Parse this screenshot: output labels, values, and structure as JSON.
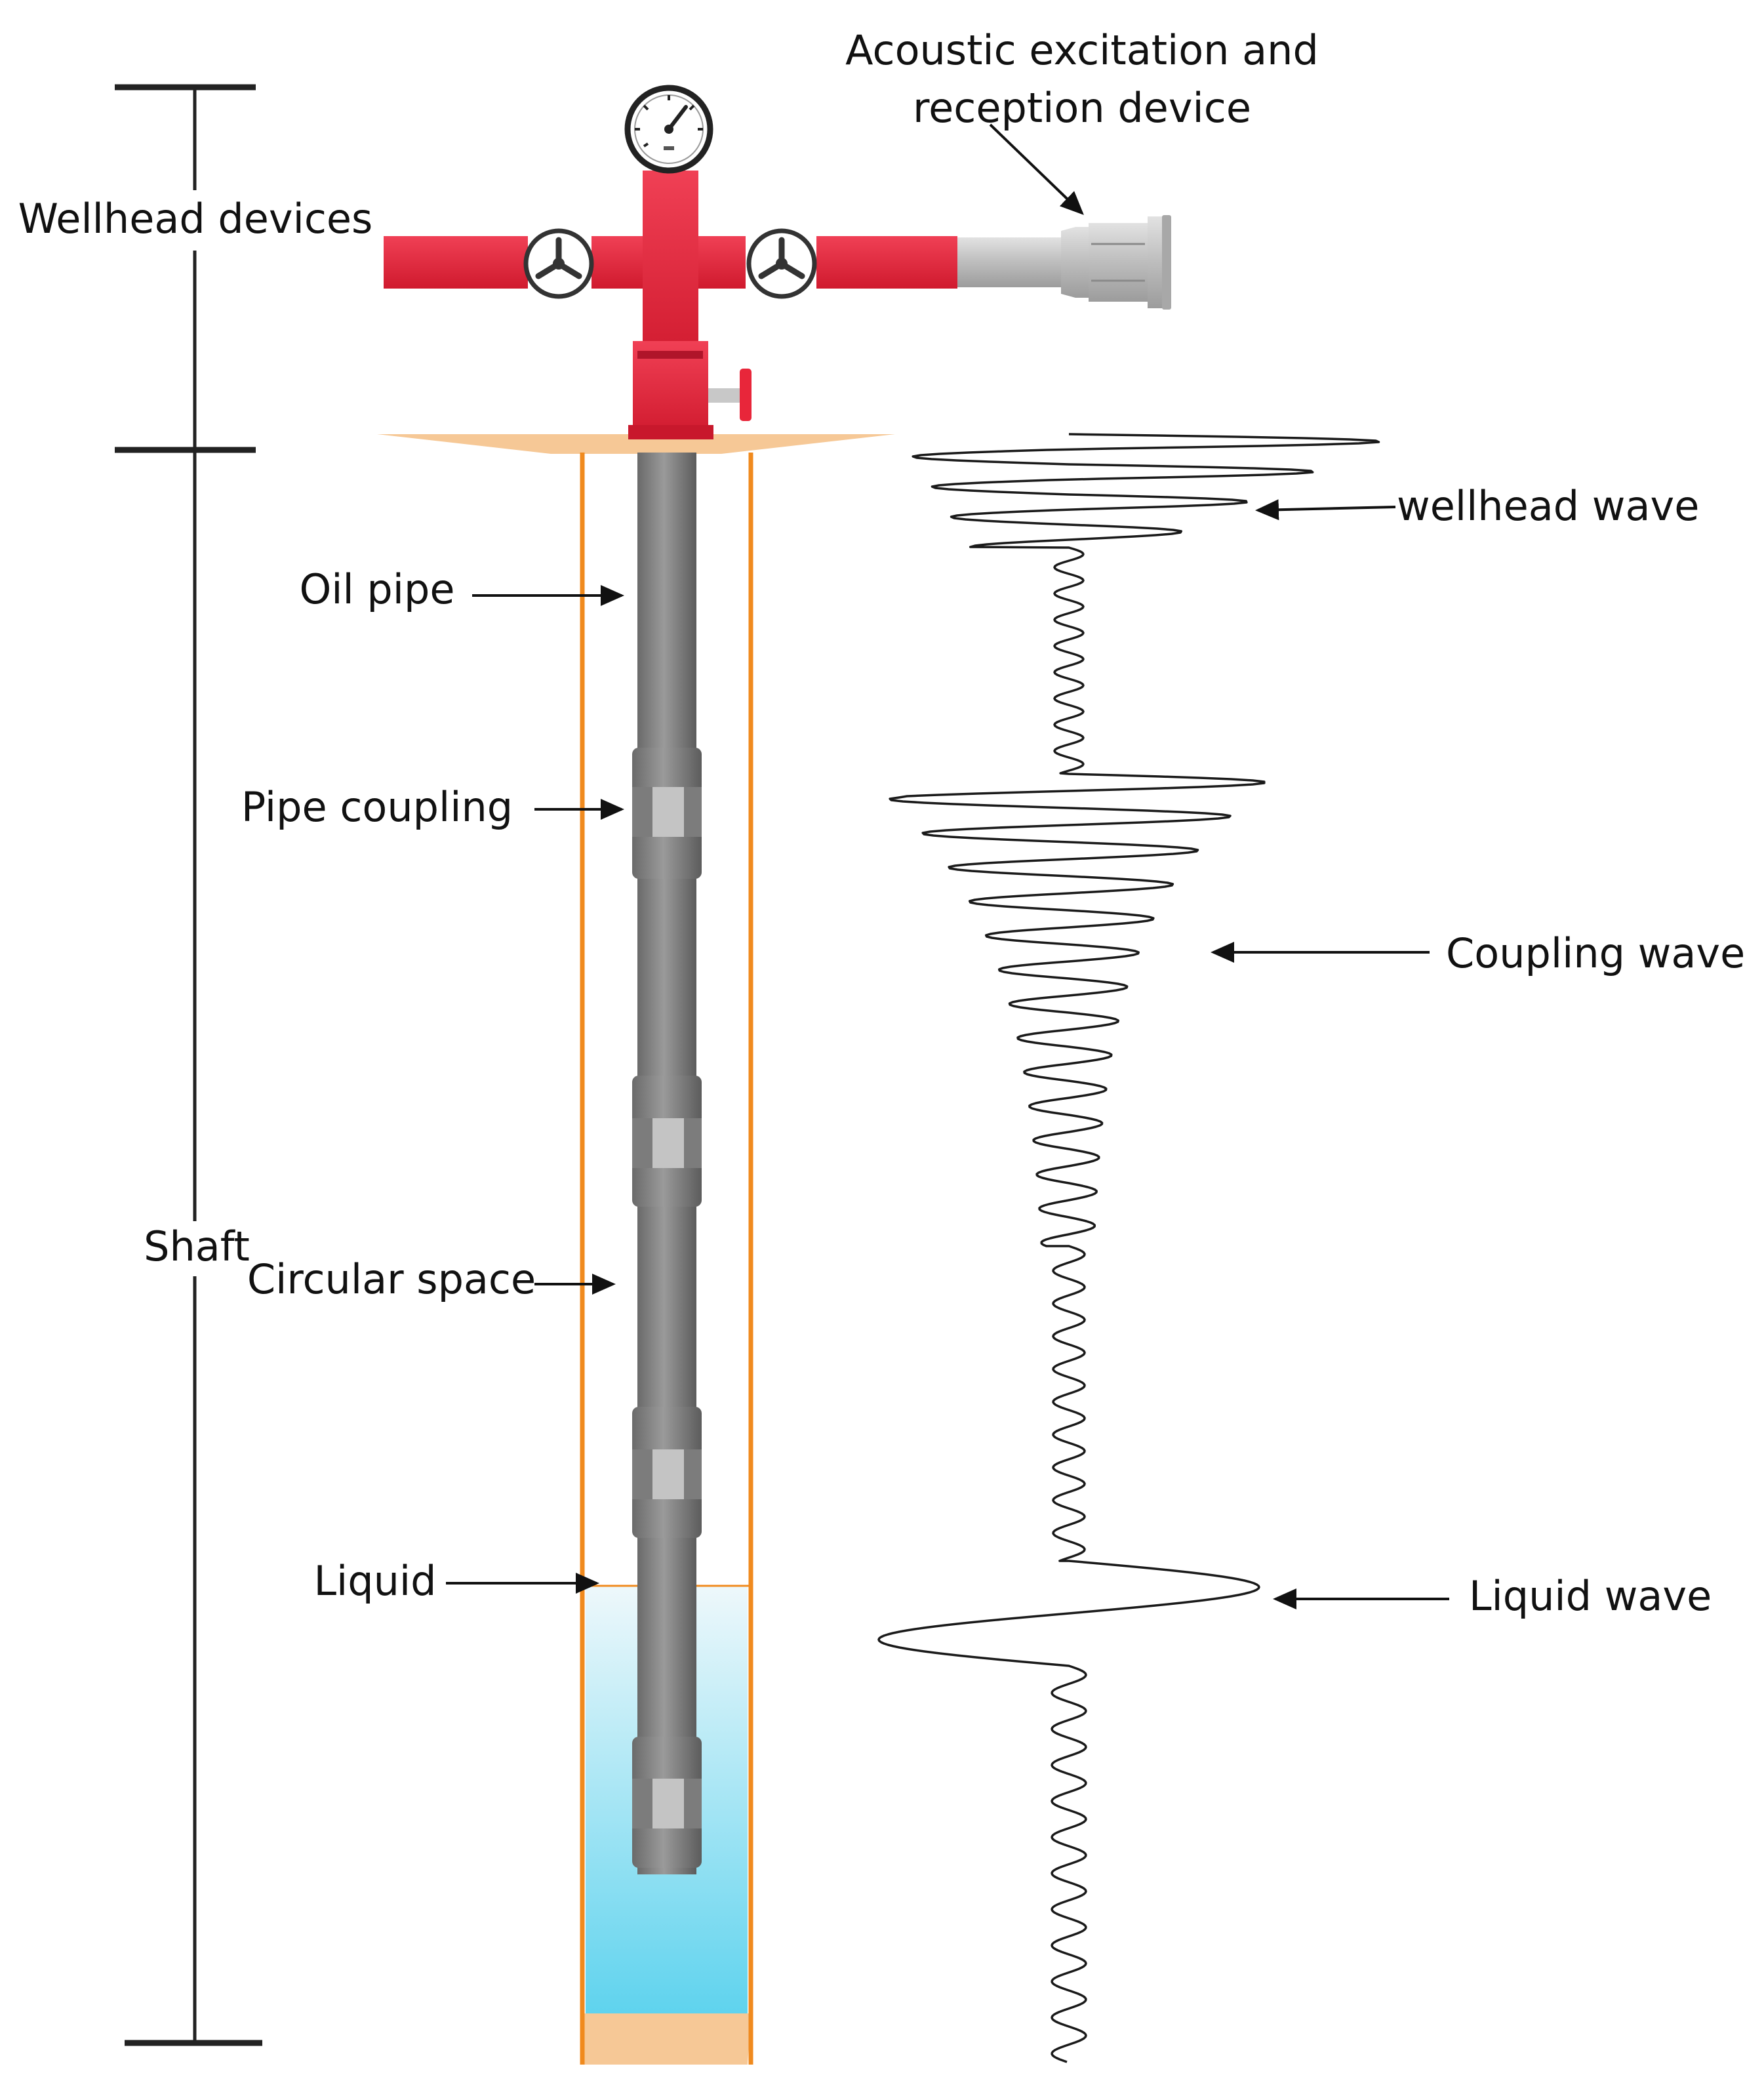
{
  "labels": {
    "wellhead_devices": "Wellhead devices",
    "shaft": "Shaft",
    "acoustic_line1": "Acoustic excitation and",
    "acoustic_line2": "reception device",
    "oil_pipe": "Oil pipe",
    "pipe_coupling": "Pipe coupling",
    "circular_space": "Circular space",
    "liquid": "Liquid",
    "wellhead_wave": "wellhead wave",
    "coupling_wave": "Coupling wave",
    "liquid_wave": "Liquid wave"
  },
  "colors": {
    "wellhead_red": "#e8263a",
    "casing_orange": "#f08a1e",
    "pipe_gray": "#7a7a7a",
    "coupling_gray": "#c4c4c4",
    "liquid_top": "#eef8fb",
    "liquid_bottom": "#5fd3ee",
    "ground_tan": "#f6c896",
    "wave_line": "#1a1a1a"
  },
  "icons": {
    "gauge": "pressure-gauge-icon",
    "valve": "handwheel-valve-icon",
    "device": "acoustic-device-icon"
  }
}
